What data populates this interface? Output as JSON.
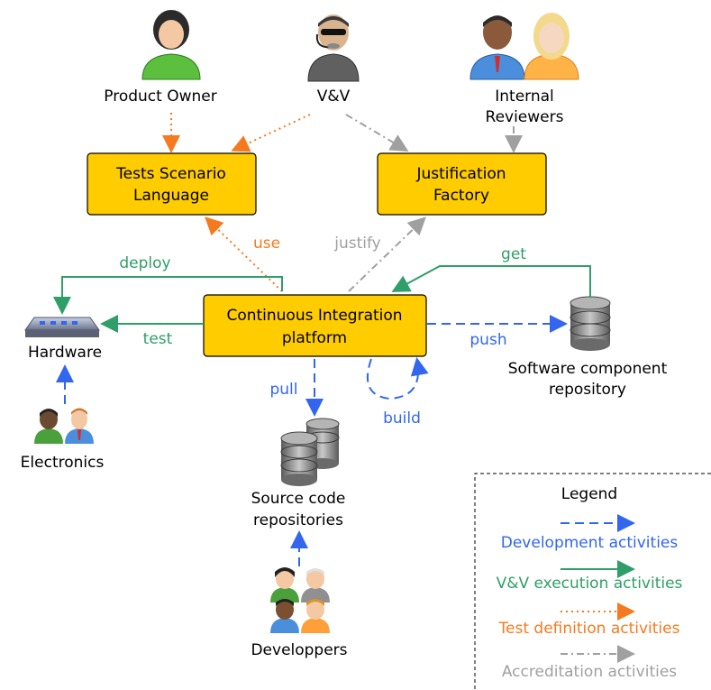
{
  "actors": {
    "product_owner": "Product Owner",
    "vv": "V&V",
    "internal_reviewers": [
      "Internal",
      "Reviewers"
    ],
    "hardware": "Hardware",
    "electronics": "Electronics",
    "software_repo": [
      "Software component",
      "repository"
    ],
    "source_repos": [
      "Source code",
      "repositories"
    ],
    "developers": "Developpers"
  },
  "boxes": {
    "tests_scenario": [
      "Tests Scenario",
      "Language"
    ],
    "justification": [
      "Justification",
      "Factory"
    ],
    "ci_platform": [
      "Continuous Integration",
      "platform"
    ]
  },
  "edges": {
    "use": "use",
    "justify": "justify",
    "deploy": "deploy",
    "test": "test",
    "get": "get",
    "push": "push",
    "pull": "pull",
    "build": "build"
  },
  "legend": {
    "title": "Legend",
    "development": "Development activities",
    "vv_execution": "V&V execution activities",
    "test_definition": "Test definition activities",
    "accreditation": "Accreditation activities"
  },
  "colors": {
    "box_fill": "#ffcc00",
    "development": "#3366ee",
    "vv_execution": "#2f9e68",
    "test_definition": "#f57a1f",
    "accreditation": "#a0a0a0"
  }
}
